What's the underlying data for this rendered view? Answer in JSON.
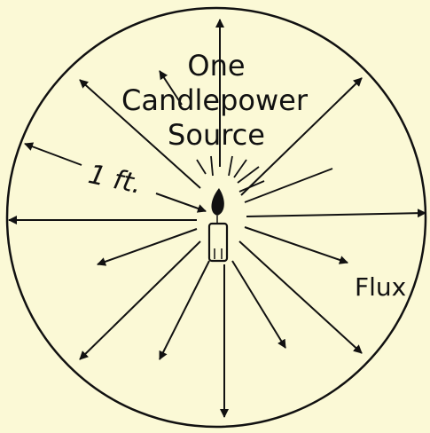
{
  "diagram": {
    "label_line1": "One",
    "label_line2": "Candlepower",
    "label_line3": "Source",
    "radius_label": "1 ft.",
    "flux_label": "Flux",
    "colors": {
      "background": "#fbf9d6",
      "ink": "#111111"
    }
  }
}
